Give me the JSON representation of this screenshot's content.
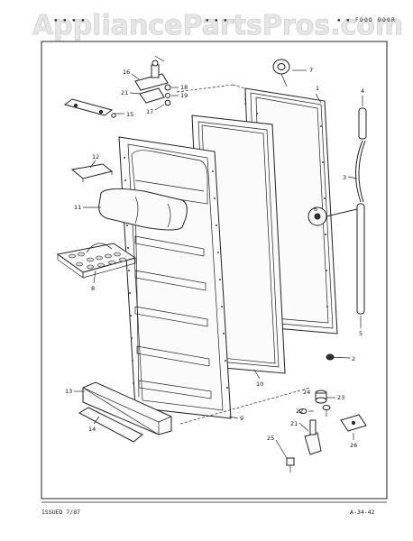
{
  "watermark": "AppliancePartsPros.com",
  "header": {
    "left_codes": "▪ ▪ ▪ ▪",
    "mid_codes": "▪ ▪ ▪",
    "right_label": "▪ ▪ FOOD DOOR"
  },
  "footer": {
    "issued": "ISSUED 7/87",
    "page_ref": "A-34-42"
  },
  "callouts": {
    "c1": "1",
    "c2": "2",
    "c3": "3",
    "c4": "4",
    "c5": "5",
    "c6": "6",
    "c7": "7",
    "c8": "8",
    "c9": "9",
    "c10": "10",
    "c11": "11",
    "c12": "12",
    "c13": "13",
    "c14": "14",
    "c15": "15",
    "c16": "16",
    "c17": "17",
    "c18": "18",
    "c19": "19",
    "c21a": "21",
    "c21b": "21",
    "c22": "22",
    "c23": "23",
    "c24": "24",
    "c25": "25",
    "c26": "26"
  }
}
